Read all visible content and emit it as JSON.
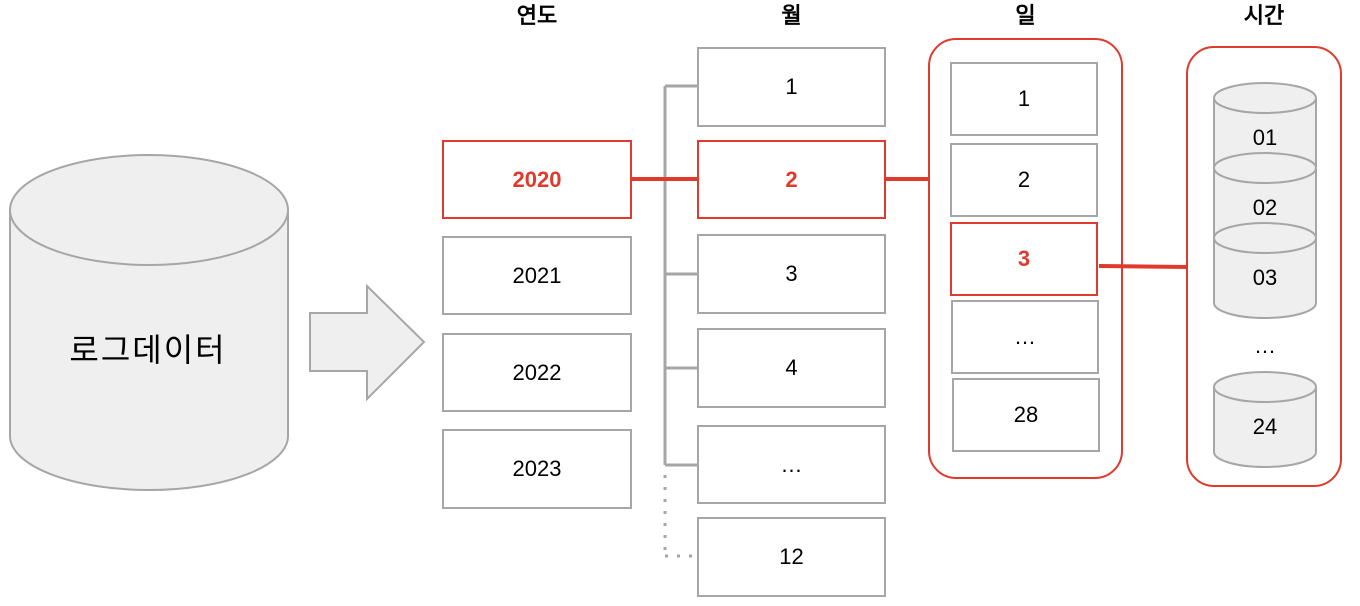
{
  "source": {
    "label": "로그데이터"
  },
  "columns": {
    "year": {
      "header": "연도",
      "items": [
        {
          "label": "2020",
          "highlight": true
        },
        {
          "label": "2021",
          "highlight": false
        },
        {
          "label": "2022",
          "highlight": false
        },
        {
          "label": "2023",
          "highlight": false
        }
      ]
    },
    "month": {
      "header": "월",
      "items": [
        {
          "label": "1",
          "highlight": false
        },
        {
          "label": "2",
          "highlight": true
        },
        {
          "label": "3",
          "highlight": false
        },
        {
          "label": "4",
          "highlight": false
        },
        {
          "label": "…",
          "highlight": false
        },
        {
          "label": "12",
          "highlight": false
        }
      ]
    },
    "day": {
      "header": "일",
      "items": [
        {
          "label": "1",
          "highlight": false
        },
        {
          "label": "2",
          "highlight": false
        },
        {
          "label": "3",
          "highlight": true
        },
        {
          "label": "…",
          "highlight": false
        },
        {
          "label": "28",
          "highlight": false
        }
      ]
    },
    "hour": {
      "header": "시간",
      "items": [
        {
          "label": "01"
        },
        {
          "label": "02"
        },
        {
          "label": "03"
        },
        {
          "label": "…"
        },
        {
          "label": "24"
        }
      ]
    }
  },
  "colors": {
    "highlight": "#e03a2c",
    "border_gray": "#a6a6a6",
    "connector_gray": "#a6a6a6",
    "cylinder_fill": "#efefef"
  }
}
